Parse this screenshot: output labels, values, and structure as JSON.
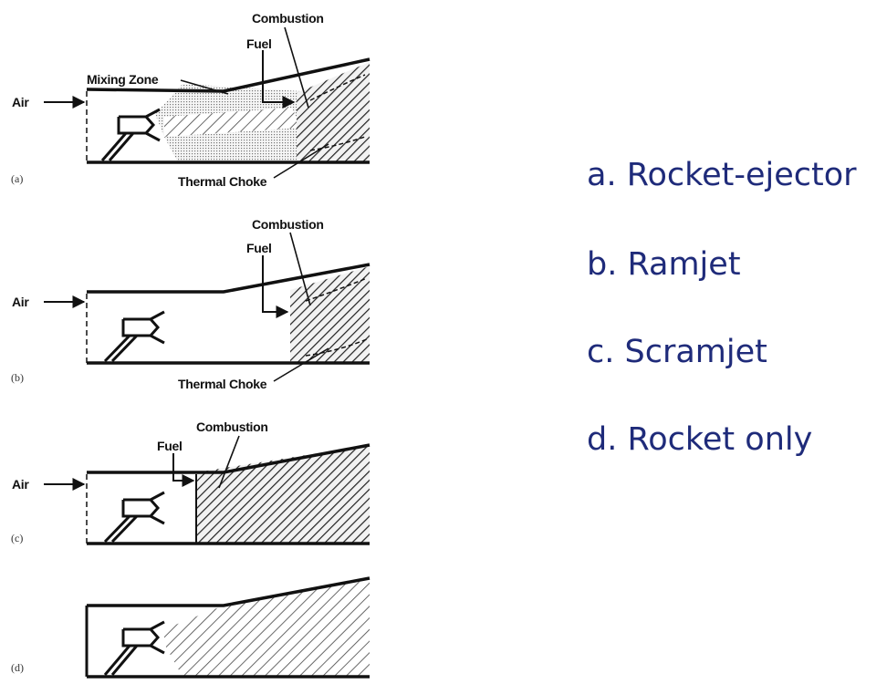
{
  "diagrams": [
    {
      "tag": "(a)",
      "air": "Air",
      "combustion": "Combustion",
      "fuel": "Fuel",
      "mixing": "Mixing Zone",
      "choke": "Thermal Choke"
    },
    {
      "tag": "(b)",
      "air": "Air",
      "combustion": "Combustion",
      "fuel": "Fuel",
      "choke": "Thermal Choke"
    },
    {
      "tag": "(c)",
      "air": "Air",
      "combustion": "Combustion",
      "fuel": "Fuel"
    },
    {
      "tag": "(d)"
    }
  ],
  "answers": [
    "a.  Rocket-ejector",
    "b.  Ramjet",
    "c.  Scramjet",
    "d.  Rocket only"
  ],
  "colors": {
    "answer_text": "#1f2b7a",
    "line": "#111111"
  }
}
